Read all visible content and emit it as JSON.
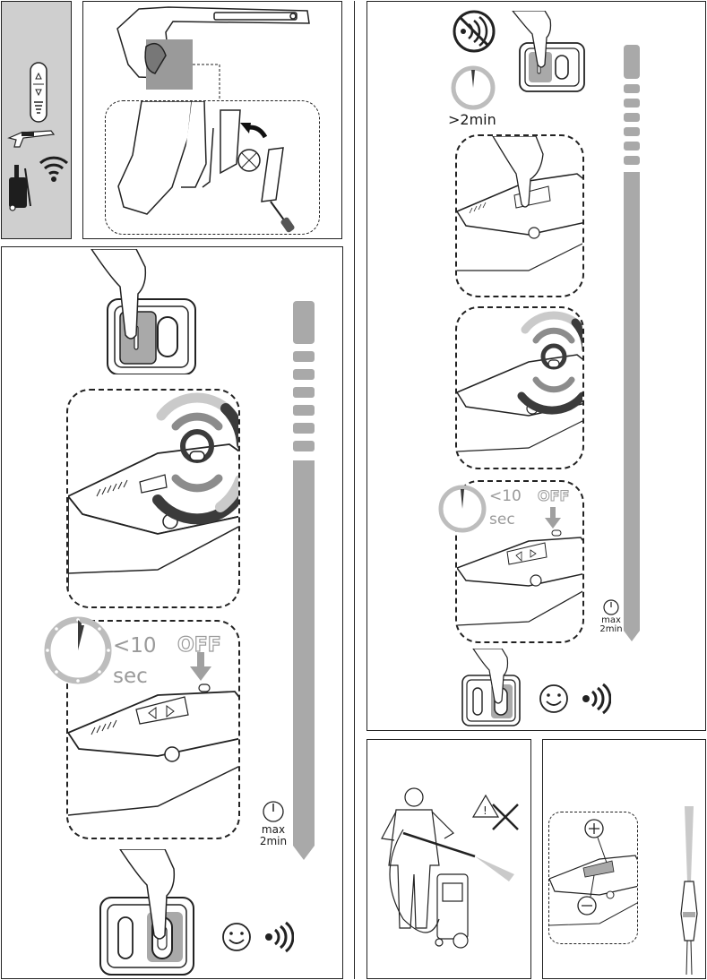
{
  "timer_less_than_10": "<10",
  "timer_sec": "sec",
  "off_label": "OFF",
  "max_label": "max",
  "two_min_label": "2min",
  "over_2min_label": ">2min",
  "colors": {
    "frame": "#222222",
    "sidebar_grey": "#cfcfcf",
    "progress_grey": "#a9a9a9",
    "signal_dark": "#3b3b3b",
    "signal_mid": "#8c8c8c",
    "signal_light": "#cacaca",
    "timer_grey": "#bdbdbd"
  },
  "icons": [
    "remote-control-icon",
    "spray-gun-icon",
    "pressure-washer-icon",
    "wifi-icon",
    "no-signal-icon",
    "timer-icon",
    "smiley-icon",
    "signal-waves-icon",
    "warning-icon",
    "plus-icon",
    "minus-icon",
    "nozzle-spray-icon",
    "hand-pointer-icon"
  ],
  "progress_indicators": {
    "left": {
      "steps": 6
    },
    "right": {
      "steps": 6
    }
  }
}
